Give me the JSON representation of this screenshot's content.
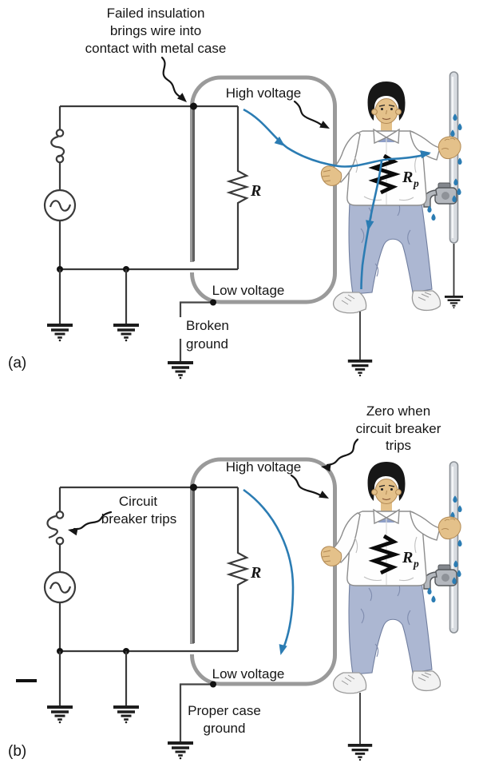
{
  "colors": {
    "current_blue": "#2b7cb3",
    "case_gray": "#9a9a9a",
    "wire_dark": "#3a3a3a",
    "skin_tone": "#e4c18a",
    "pants_blue": "#acb7d2"
  },
  "panel_a": {
    "label": "(a)",
    "fault_callout": [
      "Failed insulation",
      "brings wire into",
      "contact with metal case"
    ],
    "high_voltage": "High voltage",
    "low_voltage": "Low voltage",
    "ground_line1": "Broken",
    "ground_line2": "ground",
    "resistor": "R"
  },
  "panel_b": {
    "label": "(b)",
    "zero_callout": [
      "Zero when",
      "circuit breaker",
      "trips"
    ],
    "breaker_callout": [
      "Circuit",
      "breaker trips"
    ],
    "high_voltage": "High voltage",
    "low_voltage": "Low voltage",
    "ground_line1": "Proper case",
    "ground_line2": "ground",
    "resistor": "R"
  },
  "person": {
    "resistance": "R",
    "resistance_sub": "p"
  }
}
